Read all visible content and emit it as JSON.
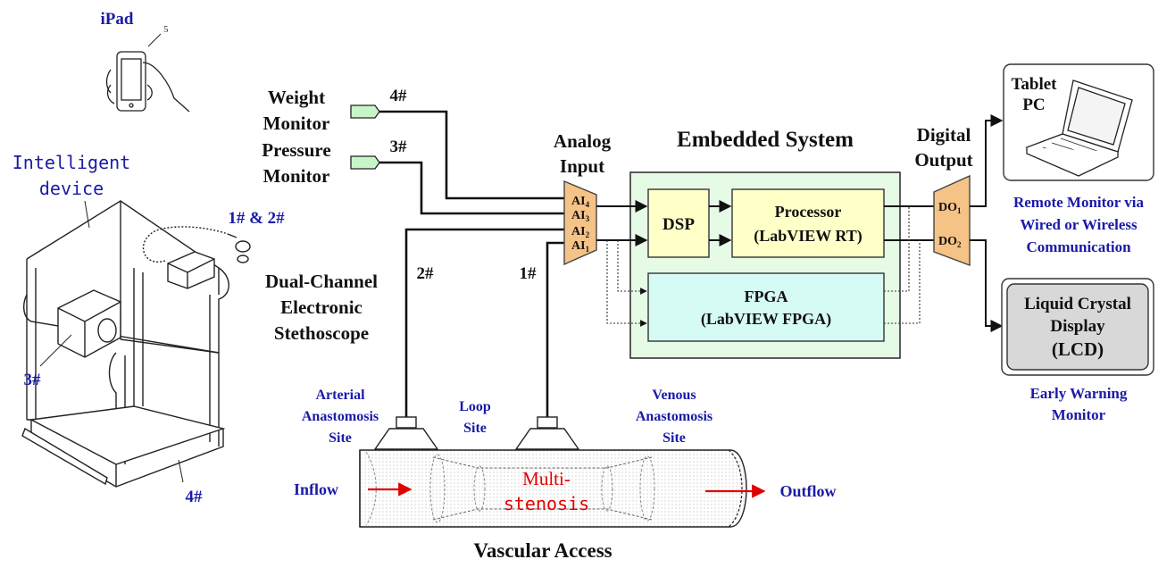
{
  "colors": {
    "label_blue": "#1a1aa8",
    "embedded_fill": "#e6fbe6",
    "inner_block_fill": "#ffffc8",
    "fpga_fill": "#d6fbf5",
    "mux_fill": "#f5c386",
    "lcd_fill": "#d8d8d8",
    "sensor_fill": "#c8f5c8",
    "flow_arrow": "#e00000",
    "stenosis_text": "#e00000"
  },
  "device": {
    "ipad_label": "iPad",
    "ipad_ref": "5",
    "intelligent_device_label": [
      "Intelligent",
      "device"
    ],
    "ref_1_2": "1# & 2#",
    "ref_3": "3#",
    "ref_4": "4#"
  },
  "sensors": {
    "weight_monitor": "Weight Monitor",
    "weight_monitor_lines": [
      "Weight",
      "Monitor"
    ],
    "weight_channel": "4#",
    "pressure_monitor": "Pressure Monitor",
    "pressure_monitor_lines": [
      "Pressure",
      "Monitor"
    ],
    "pressure_channel": "3#",
    "stethoscope": "Dual-Channel Electronic Stethoscope",
    "stethoscope_lines": [
      "Dual-Channel",
      "Electronic",
      "Stethoscope"
    ],
    "channel_2": "2#",
    "channel_1": "1#"
  },
  "analog_input": {
    "title": "Analog Input",
    "title_lines": [
      "Analog",
      "Input"
    ],
    "channels": [
      {
        "name": "AI",
        "sub": "4"
      },
      {
        "name": "AI",
        "sub": "3"
      },
      {
        "name": "AI",
        "sub": "2"
      },
      {
        "name": "AI",
        "sub": "1"
      }
    ]
  },
  "embedded": {
    "title": "Embedded System",
    "dsp": "DSP",
    "processor": "Processor (LabVIEW RT)",
    "processor_lines": [
      "Processor",
      "(LabVIEW RT)"
    ],
    "fpga": "FPGA (LabVIEW FPGA)",
    "fpga_lines": [
      "FPGA",
      "(LabVIEW FPGA)"
    ]
  },
  "digital_output": {
    "title": "Digital Output",
    "title_lines": [
      "Digital",
      "Output"
    ],
    "channels": [
      {
        "name": "DO",
        "sub": "1"
      },
      {
        "name": "DO",
        "sub": "2"
      }
    ]
  },
  "outputs": {
    "tablet_label": "Tablet PC",
    "tablet_label_lines": [
      "Tablet",
      "PC"
    ],
    "remote_monitor": "Remote Monitor via Wired or Wireless Communication",
    "remote_monitor_lines": [
      "Remote Monitor via",
      "Wired or Wireless",
      "Communication"
    ],
    "lcd": "Liquid Crystal Display (LCD)",
    "lcd_lines": [
      "Liquid Crystal",
      "Display",
      "(LCD)"
    ],
    "early_warning": "Early Warning Monitor",
    "early_warning_lines": [
      "Early Warning",
      "Monitor"
    ]
  },
  "vascular": {
    "title": "Vascular Access",
    "arterial_site": "Arterial Anastomosis Site",
    "arterial_site_lines": [
      "Arterial",
      "Anastomosis",
      "Site"
    ],
    "loop_site": "Loop Site",
    "loop_site_lines": [
      "Loop",
      "Site"
    ],
    "venous_site": "Venous Anastomosis Site",
    "venous_site_lines": [
      "Venous",
      "Anastomosis",
      "Site"
    ],
    "inflow": "Inflow",
    "outflow": "Outflow",
    "stenosis": "Multi-stenosis",
    "stenosis_lines": [
      "Multi-",
      "stenosis"
    ]
  }
}
